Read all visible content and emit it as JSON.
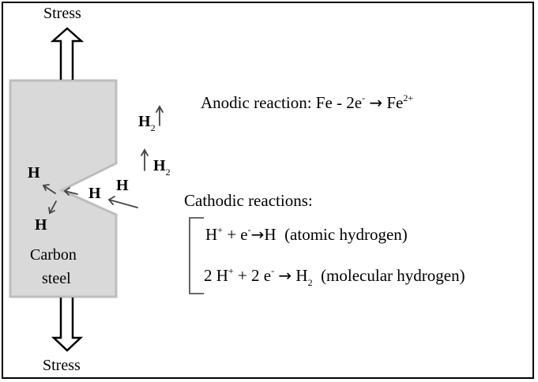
{
  "stress_top": "Stress",
  "stress_bottom": "Stress",
  "material": {
    "line1": "Carbon",
    "line2": "steel"
  },
  "hydrogen_labels": {
    "h_upper_left": "H",
    "h_lower_left": "H",
    "h_crack": "H",
    "h_outside": "H",
    "h2_upper": {
      "base": "H",
      "sub": "2"
    },
    "h2_lower": {
      "base": "H",
      "sub": "2"
    }
  },
  "anodic": {
    "prefix": "Anodic reaction: Fe - 2e",
    "e_sup": "-",
    "arrow": "→",
    "product": "Fe",
    "product_sup": "2+"
  },
  "cathodic": {
    "title": "Cathodic reactions:",
    "reaction1": {
      "lhs_h": "H",
      "lhs_h_sup": "+",
      "plus_e": " + e",
      "e_sup": "-",
      "arrow": "→",
      "product": "H",
      "note": "(atomic hydrogen)"
    },
    "reaction2": {
      "lhs_h": "2 H",
      "lhs_h_sup": "+",
      "plus_e": " + 2 e",
      "e_sup": "-",
      "arrow": "→",
      "product": "H",
      "product_sub": "2",
      "note": "(molecular hydrogen)"
    }
  },
  "colors": {
    "steel_fill": "#d9d9d9",
    "steel_border": "#b8b8b8",
    "arrow_gray": "#444444",
    "frame": "#000000"
  }
}
